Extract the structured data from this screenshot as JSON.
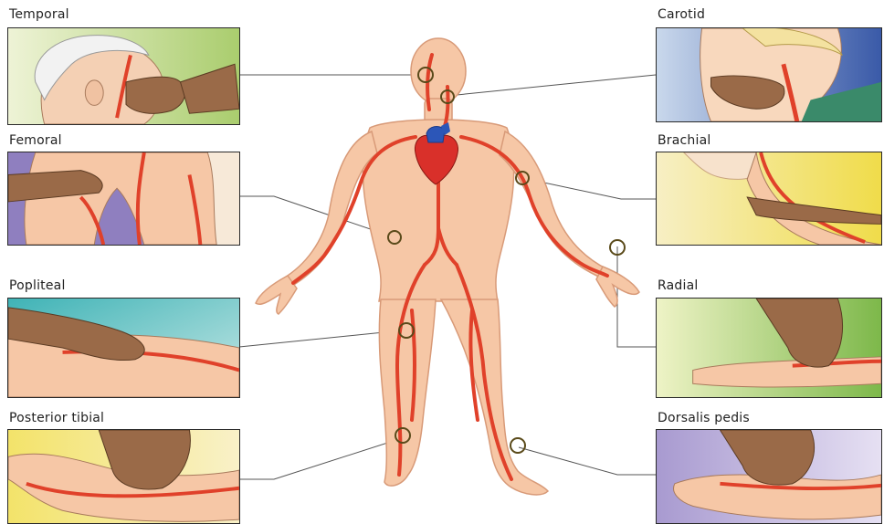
{
  "pulse_sites": {
    "left": [
      {
        "id": "temporal",
        "label": "Temporal"
      },
      {
        "id": "femoral",
        "label": "Femoral"
      },
      {
        "id": "popliteal",
        "label": "Popliteal"
      },
      {
        "id": "posterior_tibial",
        "label": "Posterior tibial"
      }
    ],
    "right": [
      {
        "id": "carotid",
        "label": "Carotid"
      },
      {
        "id": "brachial",
        "label": "Brachial"
      },
      {
        "id": "radial",
        "label": "Radial"
      },
      {
        "id": "dorsalis_pedis",
        "label": "Dorsalis pedis"
      }
    ]
  },
  "colors": {
    "skin": "#f6c7a6",
    "skin_outline": "#d89a78",
    "artery": "#e0412a",
    "heart": "#d9302a",
    "heart_vessel": "#2c56b8",
    "pulse_marker": "#5a4a1a",
    "connector": "#555555",
    "panel_bg_green": "#cfe3a8",
    "panel_bg_purple": "#9d8fc4",
    "panel_bg_teal": "#6fc3c7",
    "panel_bg_yellow": "#f3e36a",
    "panel_bg_blue": "#7ea6d6"
  }
}
